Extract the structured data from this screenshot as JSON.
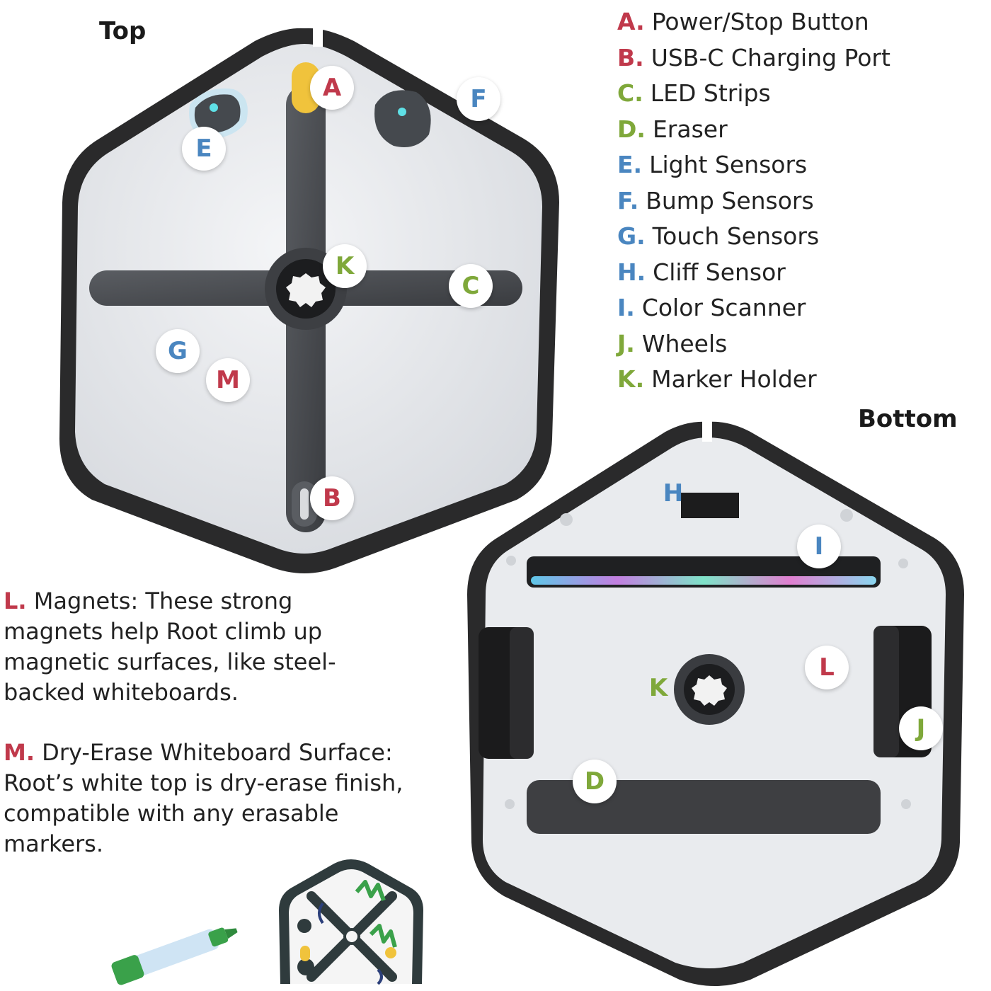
{
  "views": {
    "top_title": "Top",
    "bottom_title": "Bottom"
  },
  "legend": [
    {
      "letter": "A.",
      "text": "Power/Stop Button",
      "color": "#c0394b"
    },
    {
      "letter": "B.",
      "text": "USB-C Charging Port",
      "color": "#c0394b"
    },
    {
      "letter": "C.",
      "text": "LED Strips",
      "color": "#7fa83a"
    },
    {
      "letter": "D.",
      "text": "Eraser",
      "color": "#7fa83a"
    },
    {
      "letter": "E.",
      "text": "Light Sensors",
      "color": "#4a86c0"
    },
    {
      "letter": "F.",
      "text": "Bump Sensors",
      "color": "#4a86c0"
    },
    {
      "letter": "G.",
      "text": "Touch Sensors",
      "color": "#4a86c0"
    },
    {
      "letter": "H.",
      "text": "Cliff Sensor",
      "color": "#4a86c0"
    },
    {
      "letter": "I.",
      "text": "Color Scanner",
      "color": "#4a86c0"
    },
    {
      "letter": "J.",
      "text": "Wheels",
      "color": "#7fa83a"
    },
    {
      "letter": "K.",
      "text": "Marker Holder",
      "color": "#7fa83a"
    }
  ],
  "callouts_top": {
    "A": "A",
    "B": "B",
    "C": "C",
    "E": "E",
    "F": "F",
    "G": "G",
    "K": "K",
    "M": "M"
  },
  "callouts_bottom": {
    "H": "H",
    "I": "I",
    "L": "L",
    "K": "K",
    "J": "J",
    "D": "D"
  },
  "descriptions": {
    "magnets": {
      "letter": "L.",
      "text": "Magnets: These strong magnets help Root climb up magnetic surfaces, like steel-backed whiteboards."
    },
    "surface": {
      "letter": "M.",
      "text": "Dry-Erase Whiteboard Surface: Root’s white top is dry-erase finish, compatible with any erasable markers."
    }
  },
  "colors": {
    "red": "#c0394b",
    "blue": "#4a86c0",
    "green": "#7fa83a",
    "body": "#e9ebee",
    "bumper": "#2a2a2b",
    "power_button": "#f0c33c"
  },
  "icons": [
    "marker-icon",
    "root-robot-sticker-icon"
  ]
}
